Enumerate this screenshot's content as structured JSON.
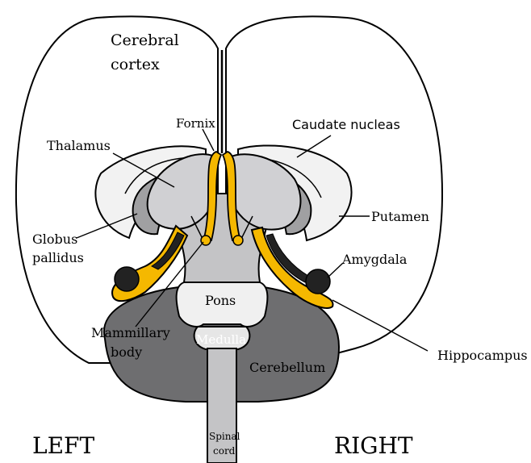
{
  "labels": {
    "cerebral_cortex_line1": "Cerebral",
    "cerebral_cortex_line2": "cortex",
    "fornix": "Fornix",
    "caudate_nucleus": "Caudate nucleas",
    "thalamus": "Thalamus",
    "putamen": "Putamen",
    "globus_pallidus_line1": "Globus",
    "globus_pallidus_line2": "pallidus",
    "amygdala": "Amygdala",
    "pons": "Pons",
    "mammillary_body_line1": "Mammillary",
    "mammillary_body_line2": "body",
    "medulla": "Medulla",
    "cerebellum": "Cerebellum",
    "hippocampus": "Hippocampus",
    "spinal_cord_line1": "Spinal",
    "spinal_cord_line2": "cord",
    "left": "LEFT",
    "right": "RIGHT"
  },
  "colors": {
    "hippocampus_fill": "#f5b800",
    "thalamus_fill": "#d0d0d3",
    "globus_pallidus_fill": "#a0a0a2",
    "caudate_fill": "#f2f2f2",
    "cerebellum_fill": "#6e6e70",
    "pons_fill": "#f0f0f0",
    "brainstem_fill": "#c4c4c6",
    "amygdala_fill": "#222222",
    "outline": "#000000"
  }
}
